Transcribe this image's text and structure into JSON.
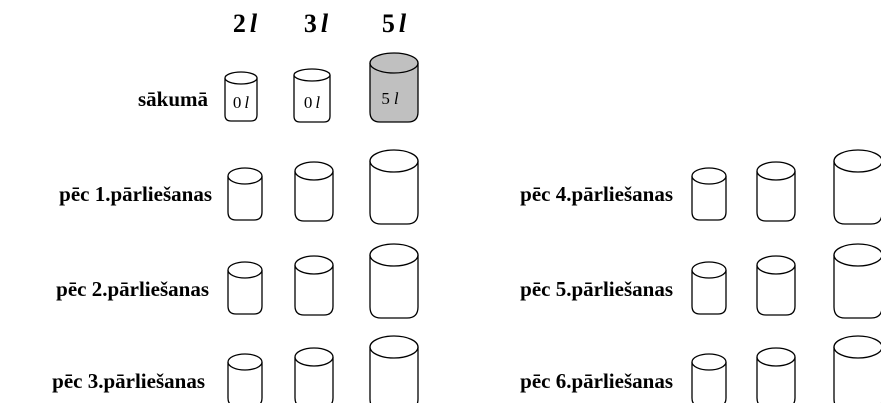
{
  "colors": {
    "filled": "#c0c0c0",
    "empty": "#ffffff",
    "stroke": "#000000"
  },
  "headers": [
    {
      "num": "2",
      "unit": "l"
    },
    {
      "num": "3",
      "unit": "l"
    },
    {
      "num": "5",
      "unit": "l"
    }
  ],
  "initial_row": {
    "label": "sākumā",
    "values": [
      {
        "num": "0",
        "unit": "l",
        "filled": false
      },
      {
        "num": "0",
        "unit": "l",
        "filled": false
      },
      {
        "num": "5",
        "unit": "l",
        "filled": true
      }
    ]
  },
  "step_rows": [
    {
      "label": "pēc 1.pārliešanas"
    },
    {
      "label": "pēc 2.pārliešanas"
    },
    {
      "label": "pēc 3.pārliešanas"
    },
    {
      "label": "pēc 4.pārliešanas"
    },
    {
      "label": "pēc 5.pārliešanas"
    },
    {
      "label": "pēc 6.pārliešanas"
    }
  ]
}
